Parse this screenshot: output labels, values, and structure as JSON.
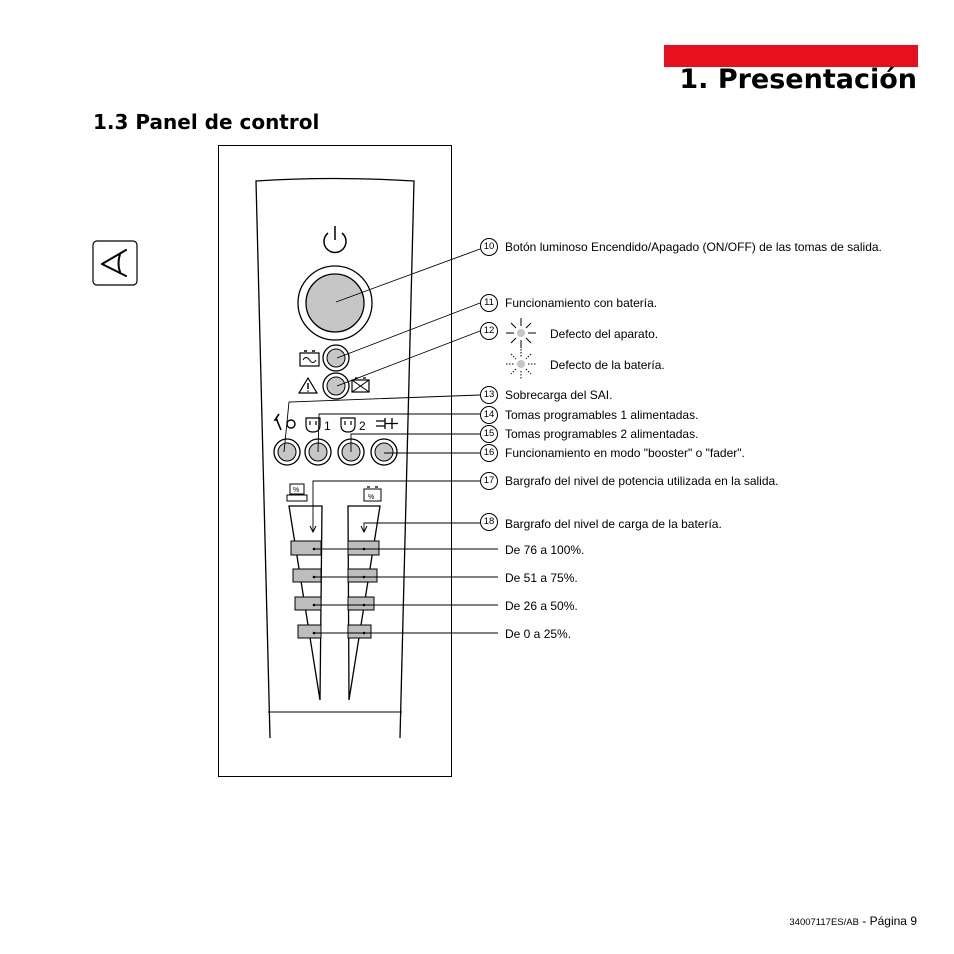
{
  "header": {
    "chapter_title": "1. Presentación",
    "accent_color": "#e8101c"
  },
  "section": {
    "title": "1.3 Panel de control",
    "note_icon": "note-pointer-icon"
  },
  "panel": {
    "outlet_1_label": "1",
    "outlet_2_label": "2",
    "percent_symbol": "%",
    "icons": [
      "power-icon",
      "battery-icon",
      "warning-icon",
      "battery-fault-icon",
      "overload-icon",
      "outlet-icon",
      "booster-icon",
      "bargraph-icon"
    ]
  },
  "callouts": [
    {
      "number": "10",
      "text": "Botón luminoso Encendido/Apagado (ON/OFF) de las tomas de salida."
    },
    {
      "number": "11",
      "text": "Funcionamiento con batería."
    },
    {
      "number": "12",
      "text": ""
    },
    {
      "number": "13",
      "text": "Sobrecarga del SAI."
    },
    {
      "number": "14",
      "text": "Tomas programables 1 alimentadas."
    },
    {
      "number": "15",
      "text": "Tomas programables 2 alimentadas."
    },
    {
      "number": "16",
      "text": "Funcionamiento en modo \"booster\" o \"fader\"."
    },
    {
      "number": "17",
      "text": "Bargrafo del nivel de potencia utilizada en la salida."
    },
    {
      "number": "18",
      "text": "Bargrafo del nivel de carga de la batería."
    }
  ],
  "fault_legend": {
    "device_fault": "Defecto del aparato.",
    "battery_fault": "Defecto de la batería."
  },
  "bar_levels": [
    "De 76 a 100%.",
    "De 51 a 75%.",
    "De 26 a 50%.",
    "De 0 a 25%."
  ],
  "footer": {
    "doc_ref": "34007117ES/AB",
    "page_label": " - Página 9"
  }
}
